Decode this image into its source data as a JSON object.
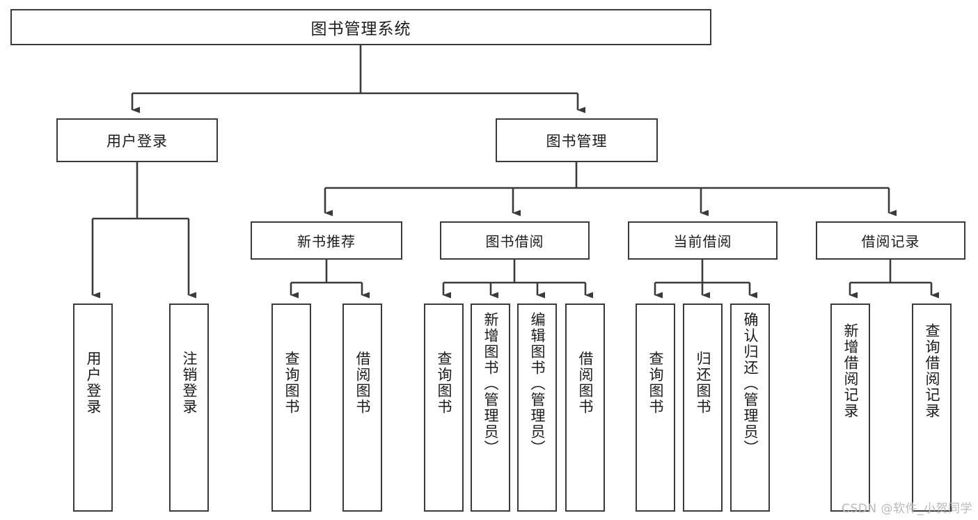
{
  "diagram": {
    "title": "图书管理系统",
    "type": "hierarchy-tree",
    "background_color": "#ffffff",
    "border_color": "#3a3a3a",
    "text_color": "#1b1b1b"
  },
  "root": {
    "label": "图书管理系统"
  },
  "level1": [
    {
      "label": "用户登录"
    },
    {
      "label": "图书管理"
    }
  ],
  "level2": [
    {
      "label": "新书推荐"
    },
    {
      "label": "图书借阅"
    },
    {
      "label": "当前借阅"
    },
    {
      "label": "借阅记录"
    }
  ],
  "leaves": {
    "user_login": [
      {
        "label": "用户登录"
      },
      {
        "label": "注销登录"
      }
    ],
    "new_book_recommend": [
      {
        "label": "查询图书"
      },
      {
        "label": "借阅图书"
      }
    ],
    "book_borrow": [
      {
        "label": "查询图书"
      },
      {
        "label": "新增图书（管理员）"
      },
      {
        "label": "编辑图书（管理员）"
      },
      {
        "label": "借阅图书"
      }
    ],
    "current_borrow": [
      {
        "label": "查询图书"
      },
      {
        "label": "归还图书"
      },
      {
        "label": "确认归还（管理员）"
      }
    ],
    "borrow_record": [
      {
        "label": "新增借阅记录"
      },
      {
        "label": "查询借阅记录"
      }
    ]
  },
  "watermark": {
    "text": "CSDN @软件_小贺同学"
  }
}
